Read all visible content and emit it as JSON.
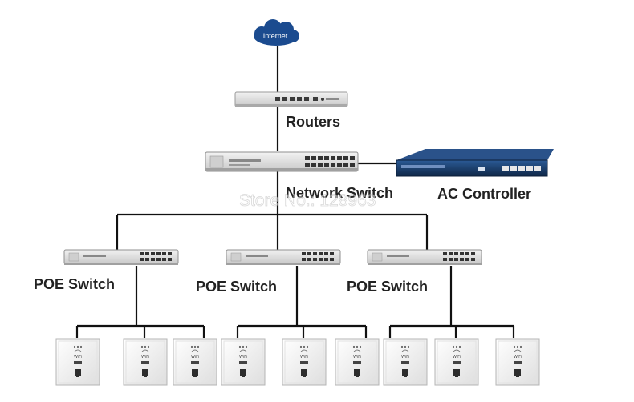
{
  "internet": {
    "label": "Internet"
  },
  "router": {
    "label": "Routers"
  },
  "network_switch": {
    "label": "Network Switch"
  },
  "ac_controller": {
    "label": "AC Controller"
  },
  "poe_switch": {
    "label": "POE Switch"
  },
  "watermark": {
    "text": "Store No.: 128963"
  },
  "access_point": {
    "label": "WiFi"
  },
  "colors": {
    "cloud": "#1b4b8f",
    "device_gray": "#dcdcdc",
    "controller": "#1f3f6e",
    "line": "#111111"
  }
}
